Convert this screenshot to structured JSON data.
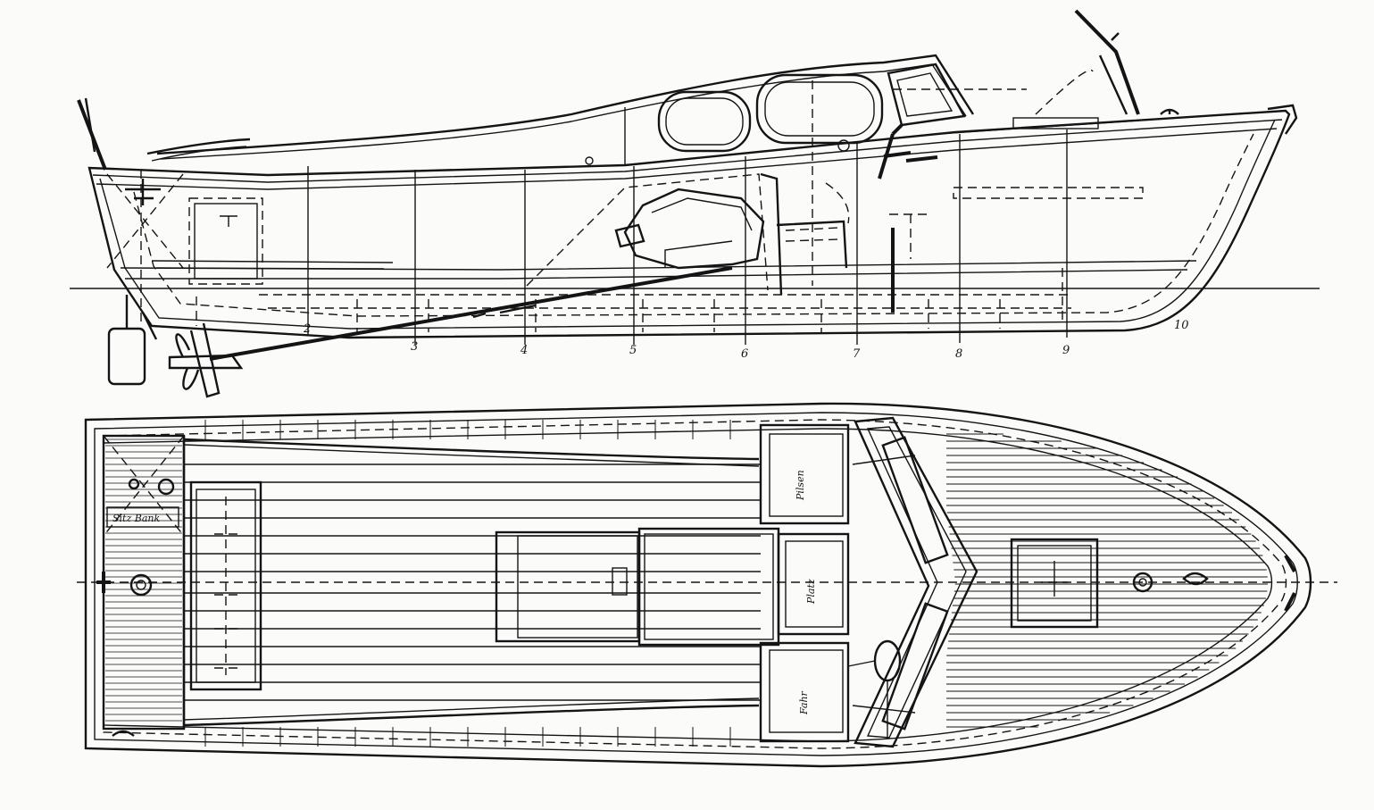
{
  "drawing": {
    "ink_color": "#141414",
    "paper_color": "#fbfbfa"
  },
  "side_view": {
    "station_labels": [
      "2",
      "3",
      "4",
      "5",
      "6",
      "7",
      "8",
      "9",
      "10"
    ]
  },
  "deck_plan": {
    "hatch_labels": {
      "stern_locker": "Sitz Bank",
      "upper_seat": "Pilsen",
      "middle_seat": "Platz",
      "lower_seat": "Fahr"
    }
  }
}
